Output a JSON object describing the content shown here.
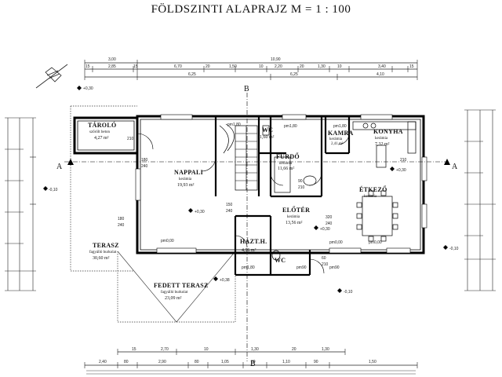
{
  "title": "FÖLDSZINTI ALAPRAJZ M = 1 : 100",
  "rooms": {
    "tarolo": {
      "name": "TÁROLÓ",
      "finish": "szőrölt beton",
      "area": "4,27 m²"
    },
    "nappali": {
      "name": "NAPPALI",
      "finish": "kerámia",
      "area": "19,93 m²"
    },
    "wc1": {
      "name": "WC",
      "area": "1,60 m²"
    },
    "furdo": {
      "name": "FÜRDŐ",
      "finish": "kerámia",
      "area": "11,66 m²"
    },
    "kamra": {
      "name": "KAMRA",
      "finish": "kerámia",
      "area": "2,41 m²"
    },
    "konyha": {
      "name": "KONYHA",
      "finish": "kerámia",
      "area": "7,32 m²"
    },
    "etkezo": {
      "name": "ÉTKEZŐ",
      "finish": "kerámia"
    },
    "eloter": {
      "name": "ELŐTÉR",
      "finish": "kerámia",
      "area": "13,56 m²"
    },
    "hazt": {
      "name": "HÁZT.H.",
      "area": "4,96 m²"
    },
    "wc2": {
      "name": "WC"
    },
    "terasz": {
      "name": "TERASZ",
      "finish": "fagyálló burkolat",
      "area": "30,60 m²"
    },
    "fedett_terasz": {
      "name": "FEDETT TERASZ",
      "finish": "fagyálló burkolat",
      "area": "23,09 m²"
    }
  },
  "section_marks": {
    "a_left": "A",
    "a_right": "A",
    "b_top": "B",
    "b_bottom": "B"
  },
  "dims_top_row1": [
    "3,00",
    "10,90"
  ],
  "dims_top_row2": [
    "15",
    "2,85",
    "15",
    "6,70",
    "20",
    "1,50",
    "10",
    "2,20",
    "20",
    "1,30",
    "10",
    "3,40",
    "15"
  ],
  "dims_top_row3": [
    "6,25",
    "6,25",
    "4,10"
  ],
  "dims_bottom_row1": [
    "15",
    "2,70",
    "10",
    "1,30",
    "20",
    "1,30"
  ],
  "dims_bottom_row2": [
    "2,40",
    "80",
    "2,90",
    "80",
    "1,05",
    "80",
    "1,10",
    "90",
    "1,50"
  ],
  "level_labels": [
    "pm0,00",
    "pm0,00",
    "pm0,00",
    "pm1,80",
    "pm1,80",
    "pm1,80",
    "pm1,80",
    "pm90",
    "pm90"
  ],
  "elevations": [
    "+0,30",
    "+0,30",
    "+0,30",
    "+0,38",
    "-0,10",
    "-0,10",
    "-0,10",
    "+0,30"
  ],
  "small_dims": [
    "210",
    "180",
    "240",
    "150",
    "240",
    "180",
    "240",
    "210",
    "320",
    "240",
    "90",
    "210",
    "60",
    "210"
  ]
}
